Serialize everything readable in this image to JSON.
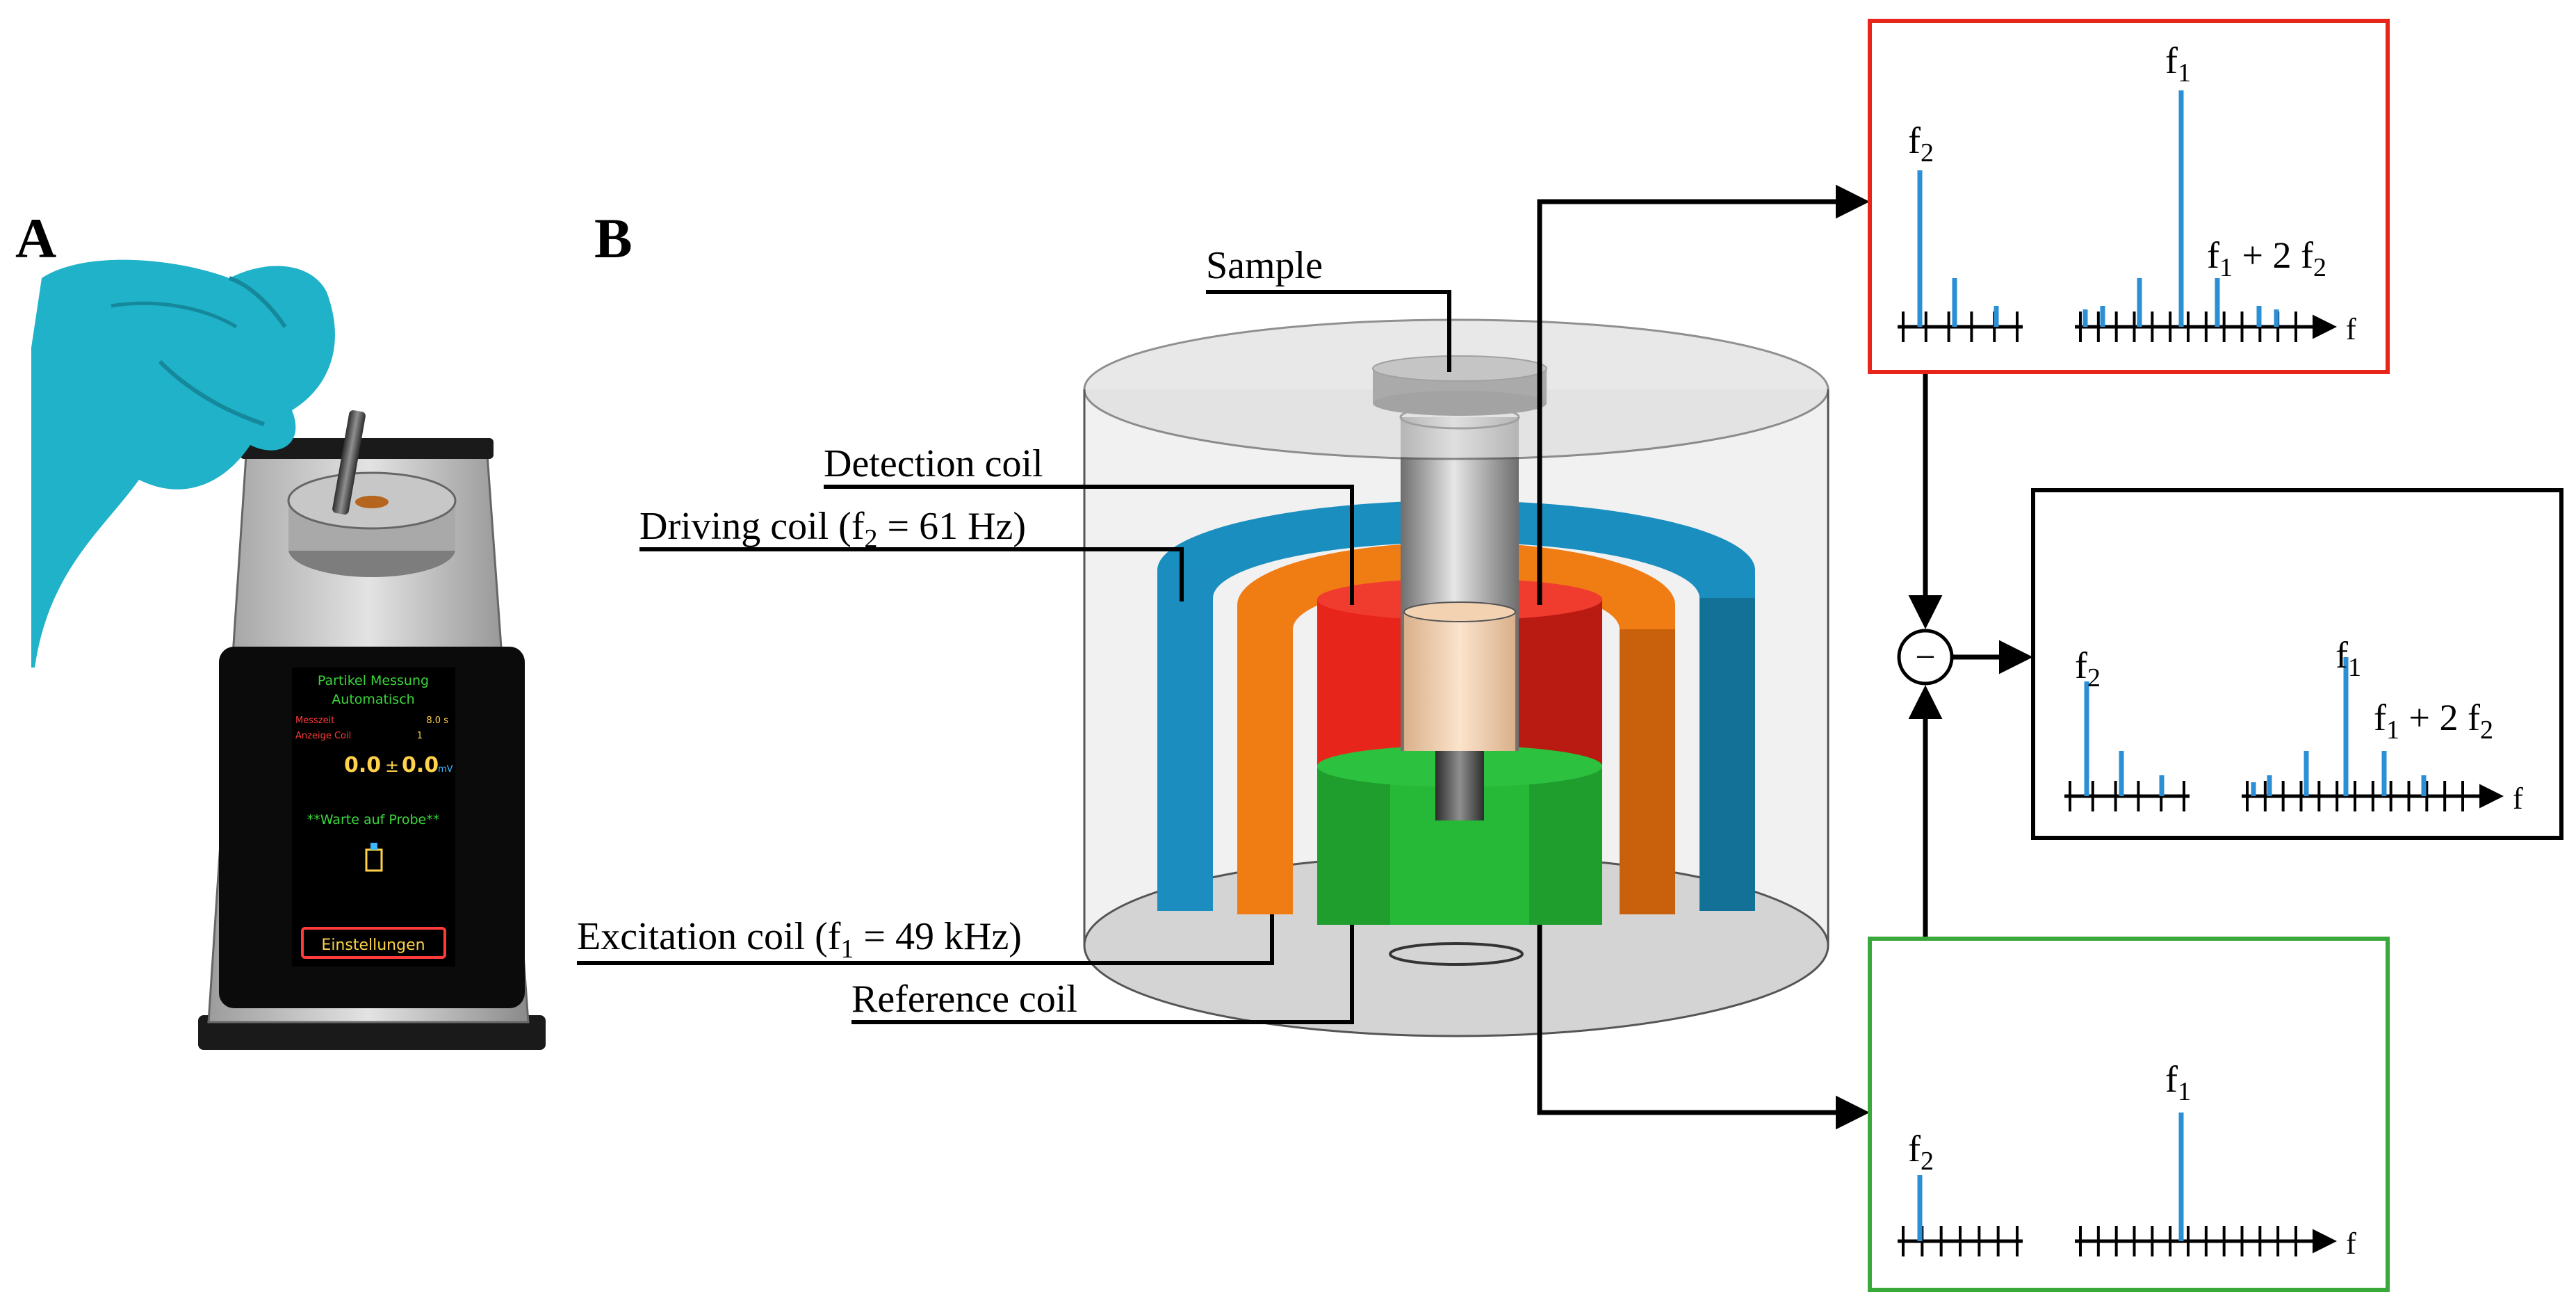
{
  "panels": {
    "a_label": "A",
    "b_label": "B"
  },
  "device": {
    "screen_title": "Partikel Messung",
    "screen_mode": "Automatisch",
    "row1_label": "Messzeit",
    "row1_value": "8.0 s",
    "row2_label": "Anzeige Coil",
    "row2_value": "1",
    "reading_main": "0.0",
    "reading_pm": "±",
    "reading_err": "0.0",
    "reading_unit": "mV",
    "status": "**Warte auf Probe**",
    "settings_button": "Einstellungen"
  },
  "labels": {
    "sample": "Sample",
    "detection": "Detection coil",
    "driving_pre": "Driving coil (f",
    "driving_sub": "2",
    "driving_post": " = 61 Hz)",
    "excitation_pre": "Excitation coil (f",
    "excitation_sub": "1",
    "excitation_post": " = 49 kHz)",
    "reference": "Reference coil"
  },
  "spectra": {
    "f_base": "f",
    "sub1": "1",
    "sub2": "2",
    "plus": " + 2 ",
    "axis_label": "f",
    "minus_symbol": "−"
  },
  "colors": {
    "driving_coil": "#1a8fbf",
    "excitation_coil": "#f07c14",
    "detection_coil": "#e8251b",
    "reference_coil": "#1f9e2e",
    "spectrum_line": "#2b8fd6",
    "detection_box": "#e8251b",
    "reference_box": "#3aa83a",
    "difference_box": "#000000",
    "glove": "#1fb2c9"
  },
  "icons": {
    "subtract": "minus-circle-icon"
  }
}
